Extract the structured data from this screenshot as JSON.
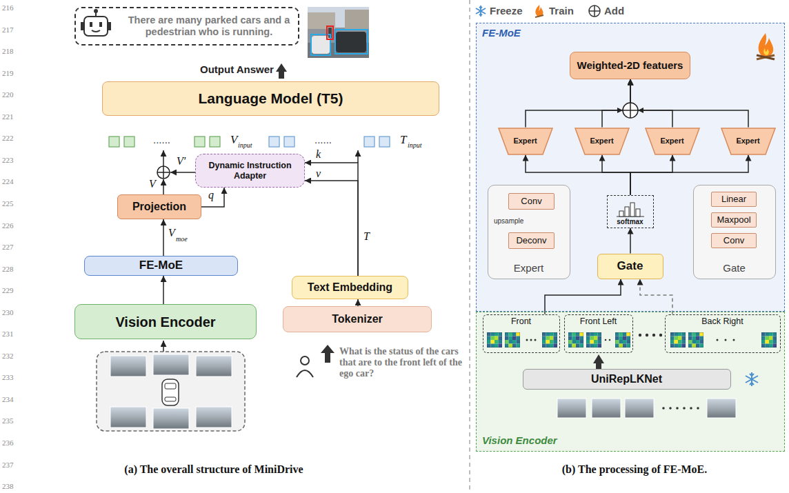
{
  "diagram": {
    "nodes": [
      {
        "text": [
          "There are many parked cars and a pedestrian who is running."
        ]
      },
      {
        "text": [
          "Language Model (T5)"
        ]
      },
      {
        "text": [
          "Dynamic Instruction Adapter"
        ]
      },
      {
        "text": [
          "Projection"
        ]
      },
      {
        "text": [
          "FE-MoE"
        ]
      },
      {
        "text": [
          "Text Embedding"
        ]
      },
      {
        "text": [
          "Tokenizer"
        ]
      },
      {
        "text": [
          "Vision Encoder"
        ]
      },
      {
        "text": [
          "FE-MoE"
        ]
      },
      {
        "text": [
          "Weighted-2D featuers"
        ],
        "in": 8
      },
      {
        "text": [
          "Expert"
        ],
        "in": 8
      },
      {
        "text": [
          "Expert"
        ],
        "in": 8
      },
      {
        "text": [
          "Expert"
        ],
        "in": 8
      },
      {
        "text": [
          "Expert"
        ],
        "in": 8
      },
      {
        "text": [
          "Expert"
        ],
        "in": 8
      },
      {
        "text": [
          "Conv"
        ],
        "in": 14
      },
      {
        "text": [
          "Deconv"
        ],
        "in": 14
      },
      {
        "text": [
          "softmax"
        ],
        "in": 8
      },
      {
        "text": [
          "Gate"
        ],
        "in": 8
      },
      {
        "text": [
          "Gate"
        ],
        "in": 8
      },
      {
        "text": [
          "Linear"
        ],
        "in": 19
      },
      {
        "text": [
          "Maxpool"
        ],
        "in": 19
      },
      {
        "text": [
          "Conv"
        ],
        "in": 19
      },
      {
        "text": [
          "Vision Encoder"
        ]
      },
      {
        "text": [
          "Front"
        ],
        "in": 23
      },
      {
        "text": [
          "Front Left"
        ],
        "in": 23
      },
      {
        "text": [
          "Back Right"
        ],
        "in": 23
      },
      {
        "text": [
          "UniRepLKNet"
        ],
        "in": 23
      }
    ],
    "edges": [
      {
        "from": 7,
        "to": 4,
        "arrow": "to"
      },
      {
        "from": 4,
        "to": 3,
        "arrow": "to"
      },
      {
        "from": 3,
        "to": 2,
        "arrow": "to"
      },
      {
        "from": 5,
        "to": 2,
        "arrow": "to"
      },
      {
        "from": 5,
        "to": 2,
        "arrow": "to"
      },
      {
        "from": 6,
        "to": 5,
        "arrow": "to"
      },
      {
        "from": 17,
        "to": 10,
        "arrow": "to"
      },
      {
        "from": 17,
        "to": 11,
        "arrow": "to"
      },
      {
        "from": 17,
        "to": 12,
        "arrow": "to"
      },
      {
        "from": 17,
        "to": 13,
        "arrow": "to"
      },
      {
        "from": 10,
        "to": 9,
        "arrow": "to"
      },
      {
        "from": 11,
        "to": 9,
        "arrow": "to"
      },
      {
        "from": 12,
        "to": 9,
        "arrow": "to"
      },
      {
        "from": 13,
        "to": 9,
        "arrow": "to"
      },
      {
        "from": 18,
        "to": 17,
        "arrow": "to"
      },
      {
        "from": 24,
        "to": 18,
        "arrow": "to"
      },
      {
        "from": 26,
        "to": 18,
        "arrow": "to"
      }
    ],
    "labels": [
      "216",
      "217",
      "218",
      "219",
      "220",
      "221",
      "222",
      "223",
      "224",
      "225",
      "226",
      "227",
      "228",
      "229",
      "230",
      "231",
      "232",
      "233",
      "234",
      "235",
      "236",
      "237",
      "238",
      "Output Answer",
      "......",
      "V",
      "input",
      "......",
      "T",
      "input",
      "V′",
      "k",
      "v",
      "V",
      "q",
      "V",
      "moe",
      "T",
      "What is the status of the cars that are to the front left of the ego car?",
      "(a) The overall structure of MiniDrive",
      "upsample",
      "(b) The processing of FE-MoE."
    ],
    "legend": [
      {
        "text": "Freeze"
      },
      {
        "text": "Train"
      },
      {
        "text": "Add"
      }
    ]
  }
}
